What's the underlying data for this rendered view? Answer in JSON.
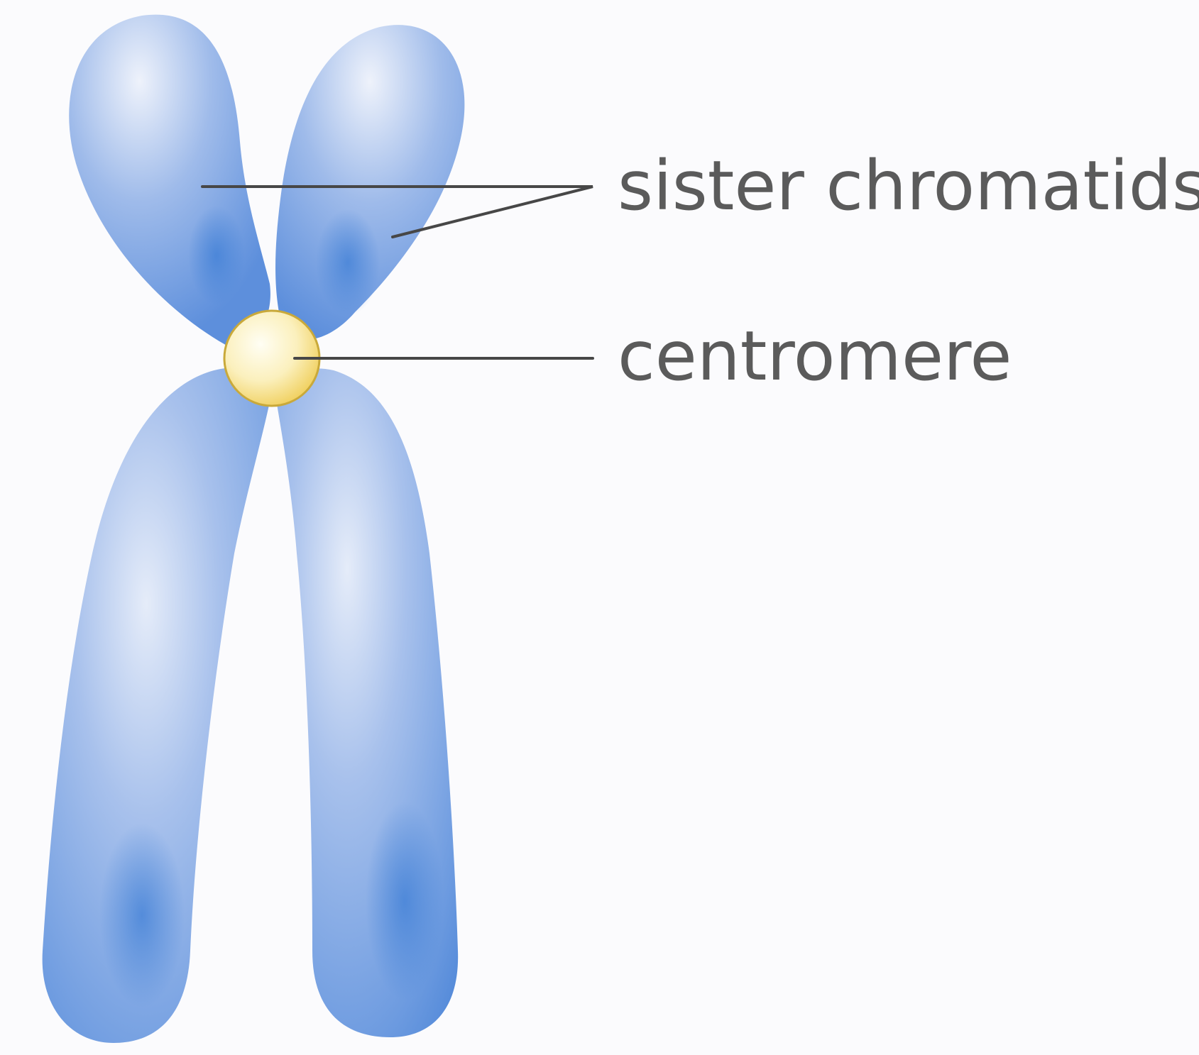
{
  "labels": {
    "sister_chromatids": "sister chromatids",
    "centromere": "centromere"
  },
  "colors": {
    "background": "#fbfbfd",
    "chromatid_light": "#e2e9f8",
    "chromatid_mid": "#8aaee6",
    "chromatid_dark": "#4a86d8",
    "centromere_light": "#fffdf0",
    "centromere_dark": "#f1d36a",
    "centromere_outline": "#c9a93a",
    "leader_line": "#474747",
    "label_text": "#5b5b5b"
  },
  "icons": {
    "chromosome": "chromosome-illustration"
  }
}
